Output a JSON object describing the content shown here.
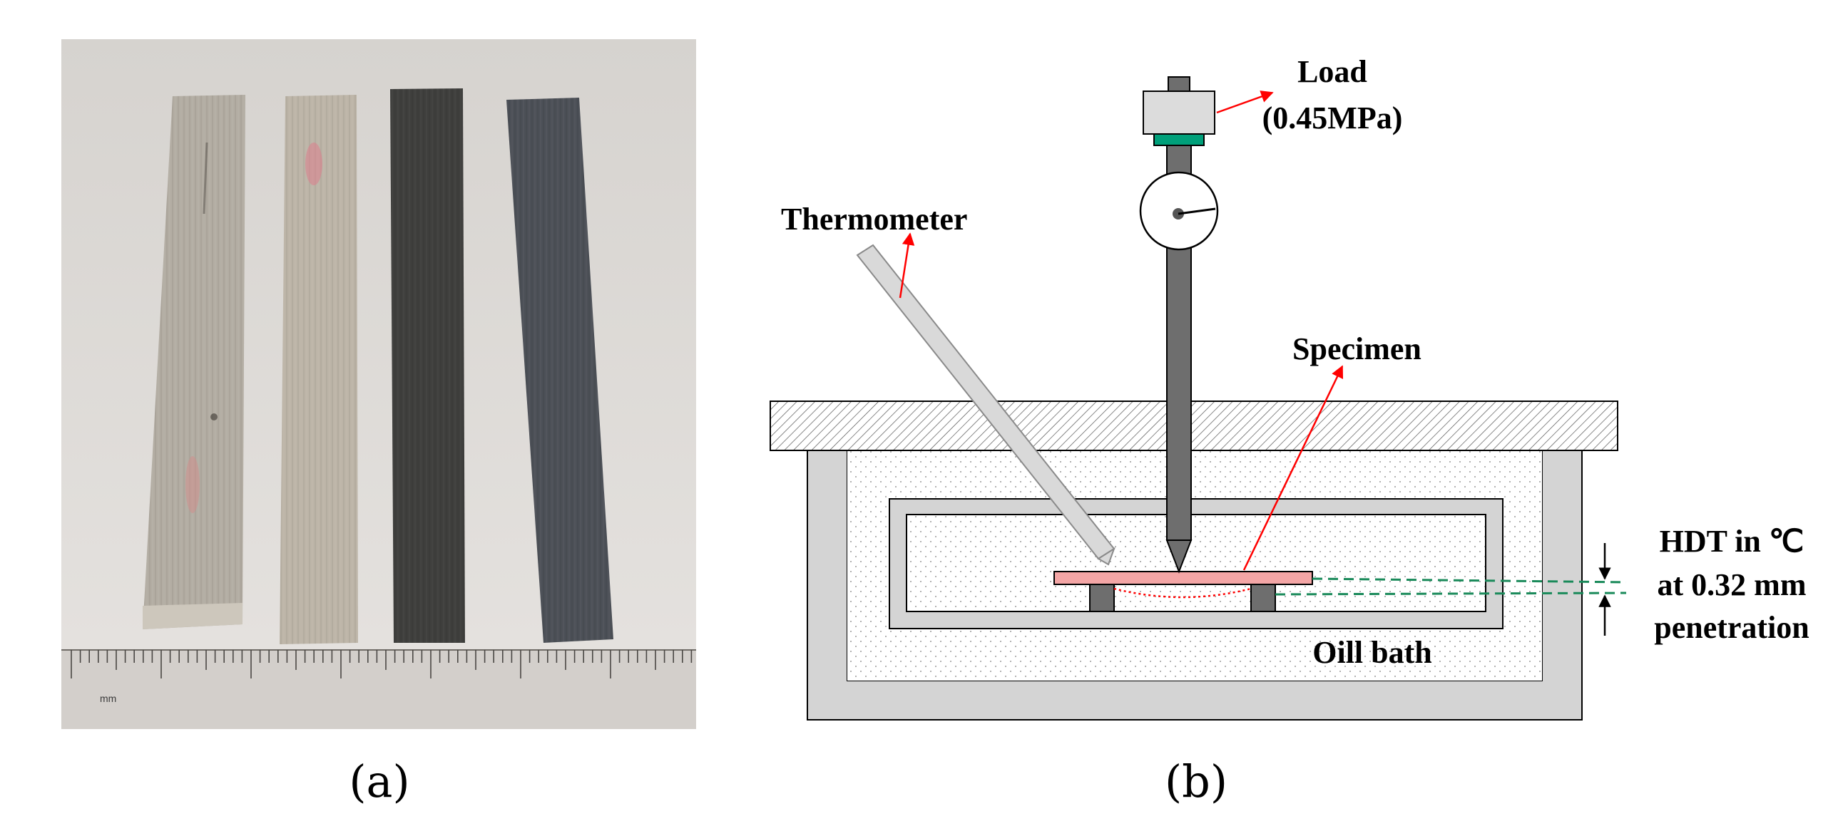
{
  "panel_a": {
    "caption": "(a)",
    "ruler_unit": "mm"
  },
  "panel_b": {
    "caption": "(b)",
    "load_label": "Load",
    "load_value": "(0.45MPa)",
    "thermometer_label": "Thermometer",
    "specimen_label": "Specimen",
    "hdt_line1": "HDT in ℃",
    "hdt_line2": "at 0.32 mm",
    "hdt_line3": "penetration",
    "oil_bath_label": "Oill bath"
  },
  "colors": {
    "specimen": "#f4a6a6",
    "load_green": "#00a07a",
    "arrow_red": "#ff0000",
    "penetration_green": "#1a8a5a",
    "frame_gray": "#d4d4d4",
    "probe_gray": "#6e6e6e"
  }
}
